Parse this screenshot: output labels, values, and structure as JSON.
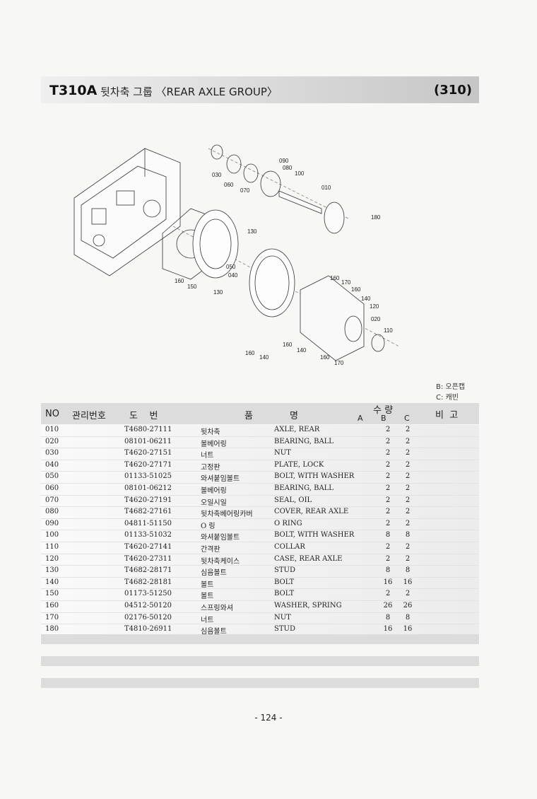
{
  "header": {
    "code": "T310A",
    "title": "뒷차축 그룹 〈REAR AXLE GROUP〉",
    "group_no": "(310)"
  },
  "diagram_labels": [
    "010",
    "020",
    "030",
    "040",
    "050",
    "060",
    "070",
    "080",
    "090",
    "100",
    "110",
    "120",
    "130",
    "140",
    "150",
    "160",
    "170",
    "180"
  ],
  "legend": {
    "b": "B: 오픈캡",
    "c": "C: 캐빈"
  },
  "table": {
    "headers": {
      "no": "NO",
      "mgmt": "관리번호",
      "part": "도    번",
      "name_1": "품",
      "name_2": "명",
      "qty": "수 량",
      "col_a": "A",
      "col_b": "B",
      "col_c": "C",
      "remark": "비  고"
    },
    "rows": [
      {
        "no": "010",
        "part": "T4680-27111",
        "ko": "뒷차축",
        "en": "AXLE, REAR",
        "b": "2",
        "c": "2"
      },
      {
        "no": "020",
        "part": "08101-06211",
        "ko": "볼베어링",
        "en": "BEARING, BALL",
        "b": "2",
        "c": "2"
      },
      {
        "no": "030",
        "part": "T4620-27151",
        "ko": "너트",
        "en": "NUT",
        "b": "2",
        "c": "2"
      },
      {
        "no": "040",
        "part": "T4620-27171",
        "ko": "고정판",
        "en": "PLATE, LOCK",
        "b": "2",
        "c": "2"
      },
      {
        "no": "050",
        "part": "01133-51025",
        "ko": "와셔붙임볼트",
        "en": "BOLT, WITH WASHER",
        "b": "2",
        "c": "2"
      },
      {
        "no": "060",
        "part": "08101-06212",
        "ko": "볼베어링",
        "en": "BEARING, BALL",
        "b": "2",
        "c": "2"
      },
      {
        "no": "070",
        "part": "T4620-27191",
        "ko": "오일시일",
        "en": "SEAL, OIL",
        "b": "2",
        "c": "2"
      },
      {
        "no": "080",
        "part": "T4682-27161",
        "ko": "뒷차축베어링카버",
        "en": "COVER, REAR AXLE",
        "b": "2",
        "c": "2"
      },
      {
        "no": "090",
        "part": "04811-51150",
        "ko": "O 링",
        "en": "O RING",
        "b": "2",
        "c": "2"
      },
      {
        "no": "100",
        "part": "01133-51032",
        "ko": "와셔붙임볼트",
        "en": "BOLT, WITH WASHER",
        "b": "8",
        "c": "8"
      },
      {
        "no": "110",
        "part": "T4620-27141",
        "ko": "간격판",
        "en": "COLLAR",
        "b": "2",
        "c": "2"
      },
      {
        "no": "120",
        "part": "T4620-27311",
        "ko": "뒷차축케이스",
        "en": "CASE, REAR AXLE",
        "b": "2",
        "c": "2"
      },
      {
        "no": "130",
        "part": "T4682-28171",
        "ko": "심음볼트",
        "en": "STUD",
        "b": "8",
        "c": "8"
      },
      {
        "no": "140",
        "part": "T4682-28181",
        "ko": "볼트",
        "en": "BOLT",
        "b": "16",
        "c": "16"
      },
      {
        "no": "150",
        "part": "01173-51250",
        "ko": "볼트",
        "en": "BOLT",
        "b": "2",
        "c": "2"
      },
      {
        "no": "160",
        "part": "04512-50120",
        "ko": "스프링와셔",
        "en": "WASHER, SPRING",
        "b": "26",
        "c": "26"
      },
      {
        "no": "170",
        "part": "02176-50120",
        "ko": "너트",
        "en": "NUT",
        "b": "8",
        "c": "8"
      },
      {
        "no": "180",
        "part": "T4810-26911",
        "ko": "심음볼트",
        "en": "STUD",
        "b": "16",
        "c": "16"
      }
    ]
  },
  "footer": {
    "page": "- 124 -"
  }
}
